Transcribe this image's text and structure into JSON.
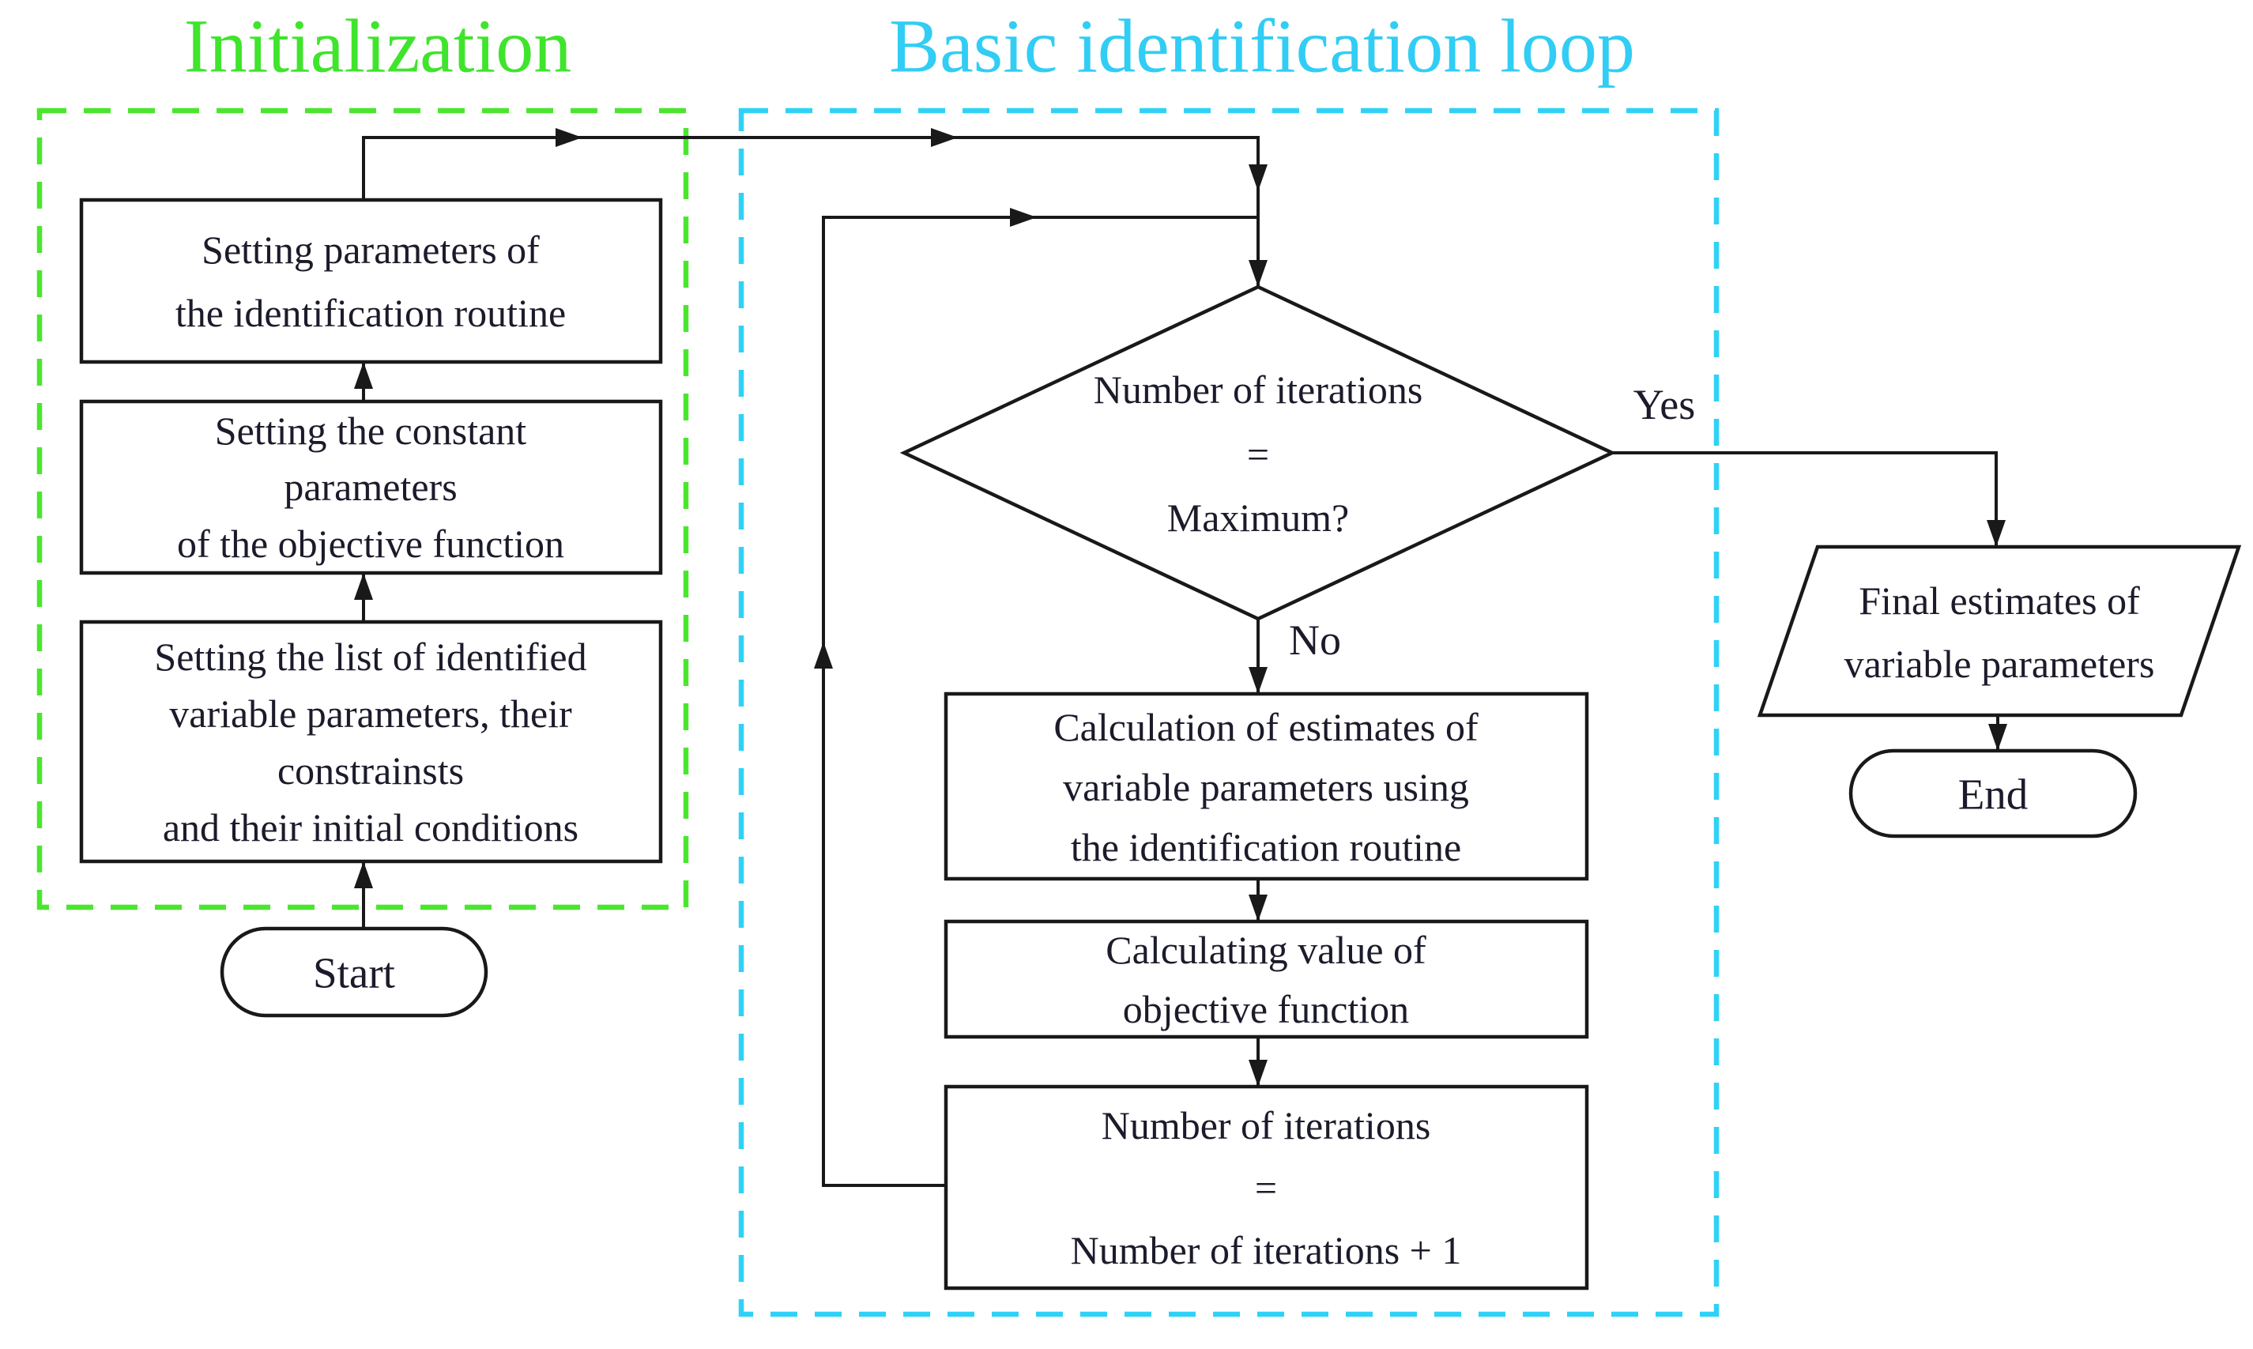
{
  "page": {
    "background": "#ffffff"
  },
  "colors": {
    "initialization_accent": "#3fe42c",
    "loop_accent": "#31cdf4",
    "line": "#191919",
    "text": "#1b1b2b"
  },
  "sections": {
    "initialization": {
      "title": "Initialization"
    },
    "loop": {
      "title": "Basic identification loop"
    }
  },
  "nodes": {
    "set_routine_params": {
      "shape": "process",
      "lines": [
        "Setting parameters of",
        "the identification routine"
      ]
    },
    "set_constant_params": {
      "shape": "process",
      "lines": [
        "Setting the constant",
        "parameters",
        "of the objective function"
      ]
    },
    "set_variable_list": {
      "shape": "process",
      "lines": [
        "Setting the list of identified",
        "variable parameters, their",
        "constrainsts",
        "and their initial conditions"
      ]
    },
    "start": {
      "shape": "terminator",
      "label": "Start"
    },
    "iteration_check": {
      "shape": "decision",
      "lines": [
        "Number of iterations",
        "=",
        "Maximum?"
      ]
    },
    "calc_estimates": {
      "shape": "process",
      "lines": [
        "Calculation of estimates of",
        "variable parameters using",
        "the identification routine"
      ]
    },
    "calc_objective_value": {
      "shape": "process",
      "lines": [
        "Calculating value of",
        "objective function"
      ]
    },
    "increment_iterations": {
      "shape": "process",
      "lines": [
        "Number of iterations",
        "=",
        "Number of iterations + 1"
      ]
    },
    "final_estimates": {
      "shape": "data",
      "lines": [
        "Final estimates of",
        "variable parameters"
      ]
    },
    "end": {
      "shape": "terminator",
      "label": "End"
    }
  },
  "branch_labels": {
    "yes": "Yes",
    "no": "No"
  }
}
